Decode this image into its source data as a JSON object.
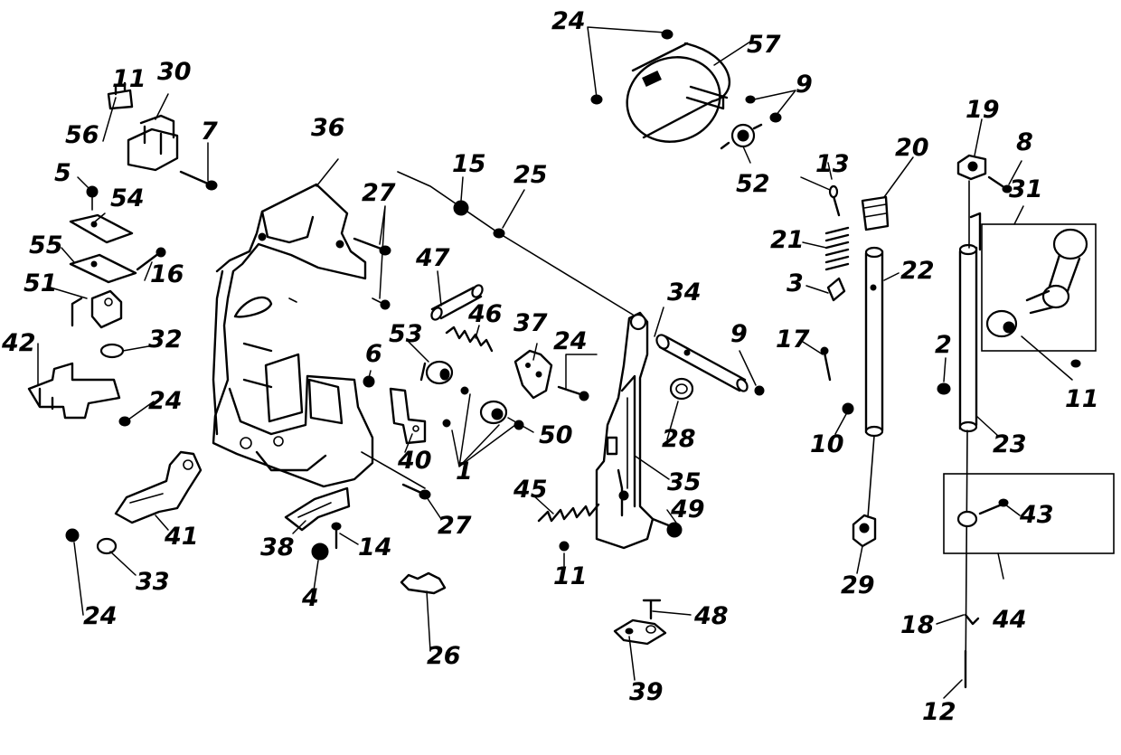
{
  "labels": {
    "l1": "1",
    "l2": "2",
    "l3": "3",
    "l4": "4",
    "l5": "5",
    "l6": "6",
    "l7": "7",
    "l8": "8",
    "l9a": "9",
    "l9b": "9",
    "l10": "10",
    "l11a": "11",
    "l11b": "11",
    "l11c": "11",
    "l12": "12",
    "l13": "13",
    "l14": "14",
    "l15": "15",
    "l16": "16",
    "l17": "17",
    "l18": "18",
    "l19": "19",
    "l20": "20",
    "l21": "21",
    "l22": "22",
    "l23": "23",
    "l24a": "24",
    "l24b": "24",
    "l24c": "24",
    "l24d": "24",
    "l25": "25",
    "l26": "26",
    "l27a": "27",
    "l27b": "27",
    "l28": "28",
    "l29": "29",
    "l30": "30",
    "l31": "31",
    "l32": "32",
    "l33": "33",
    "l34": "34",
    "l35": "35",
    "l36": "36",
    "l37": "37",
    "l38": "38",
    "l39": "39",
    "l40": "40",
    "l41": "41",
    "l42": "42",
    "l43": "43",
    "l44": "44",
    "l45": "45",
    "l46": "46",
    "l47": "47",
    "l48": "48",
    "l49": "49",
    "l50": "50",
    "l51": "51",
    "l52": "52",
    "l53": "53",
    "l54": "54",
    "l55": "55",
    "l56": "56",
    "l57": "57"
  }
}
